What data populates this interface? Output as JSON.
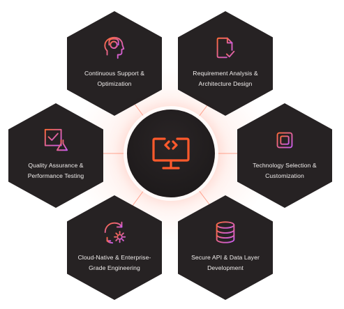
{
  "hub": {
    "icon": "monitor-code-icon"
  },
  "nodes": [
    {
      "id": "support",
      "label": "Continuous Support & Optimization",
      "icon": "headset-person-icon"
    },
    {
      "id": "requirements",
      "label": "Requirement Analysis & Architecture Design",
      "icon": "document-check-icon"
    },
    {
      "id": "qa",
      "label": "Quality Assurance & Performance Testing",
      "icon": "checkbox-flask-icon"
    },
    {
      "id": "technology",
      "label": "Technology Selection & Customization",
      "icon": "cpu-chip-icon"
    },
    {
      "id": "cloud",
      "label": "Cloud-Native & Enterprise-Grade Engineering",
      "icon": "refresh-gear-icon"
    },
    {
      "id": "api",
      "label": "Secure API & Data Layer Development",
      "icon": "database-icon"
    }
  ],
  "colors": {
    "hex_bg": "#262223",
    "gradient_start": "#ff5a2c",
    "gradient_end": "#c85cf0",
    "line": "#ff8a70"
  }
}
